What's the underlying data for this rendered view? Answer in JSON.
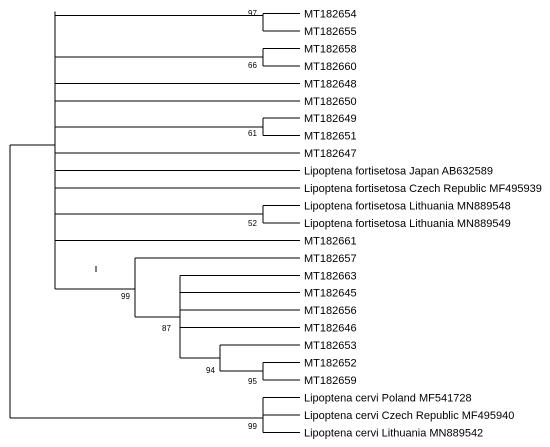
{
  "tree": {
    "line_color": "#000000",
    "taxa": [
      "MT182654",
      "MT182655",
      "MT182658",
      "MT182660",
      "MT182648",
      "MT182650",
      "MT182649",
      "MT182651",
      "MT182647",
      "Lipoptena fortisetosa Japan AB632589",
      "Lipoptena fortisetosa Czech Republic MF495939",
      "Lipoptena fortisetosa Lithuania MN889548",
      "Lipoptena fortisetosa Lithuania MN889549",
      "MT182661",
      "MT182657",
      "MT182663",
      "MT182645",
      "MT182656",
      "MT182646",
      "MT182653",
      "MT182652",
      "MT182659",
      "Lipoptena cervi Poland MF541728",
      "Lipoptena cervi Czech Republic MF495940",
      "Lipoptena cervi Lithuania MN889542"
    ],
    "support_values": {
      "clade_654_655": "97",
      "clade_658_660": "66",
      "clade_649_651": "61",
      "clade_548_549": "52",
      "clade_657_group": "99",
      "clade_663_group": "87",
      "clade_653_group": "94",
      "clade_652_659": "95",
      "clade_cervi": "99"
    }
  }
}
